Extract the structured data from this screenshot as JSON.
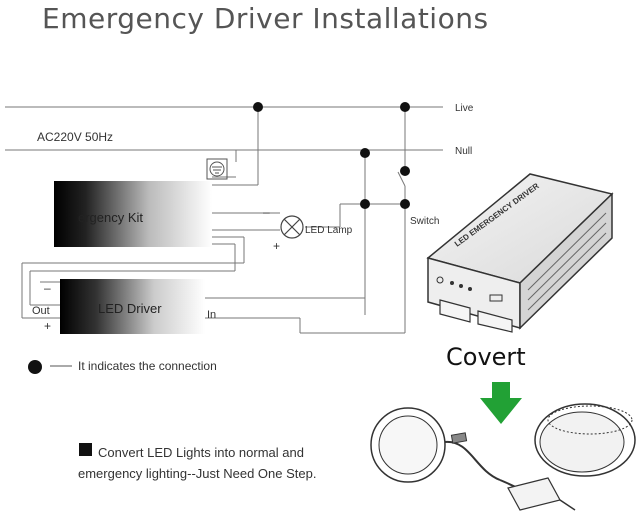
{
  "title": "Emergency Driver Installations",
  "wiring": {
    "power_label": "AC220V 50Hz",
    "live_label": "Live",
    "null_label": "Null",
    "switch_label": "Switch",
    "lamp_label": "LED Lamp",
    "emergency_kit_label": "ergency Kit",
    "led_driver_label": "LED Driver",
    "out_label": "Out",
    "in_label": "In",
    "minus_top": "–",
    "plus_top": "+",
    "minus_driver": "–",
    "plus_driver": "+"
  },
  "device_label": "LED EMERGENCY DRIVER",
  "legend_text": "It indicates the connection",
  "covert_label": "Covert",
  "note_line1": "Convert LED  Lights into normal and",
  "note_line2": "emergency lighting--Just Need One Step."
}
